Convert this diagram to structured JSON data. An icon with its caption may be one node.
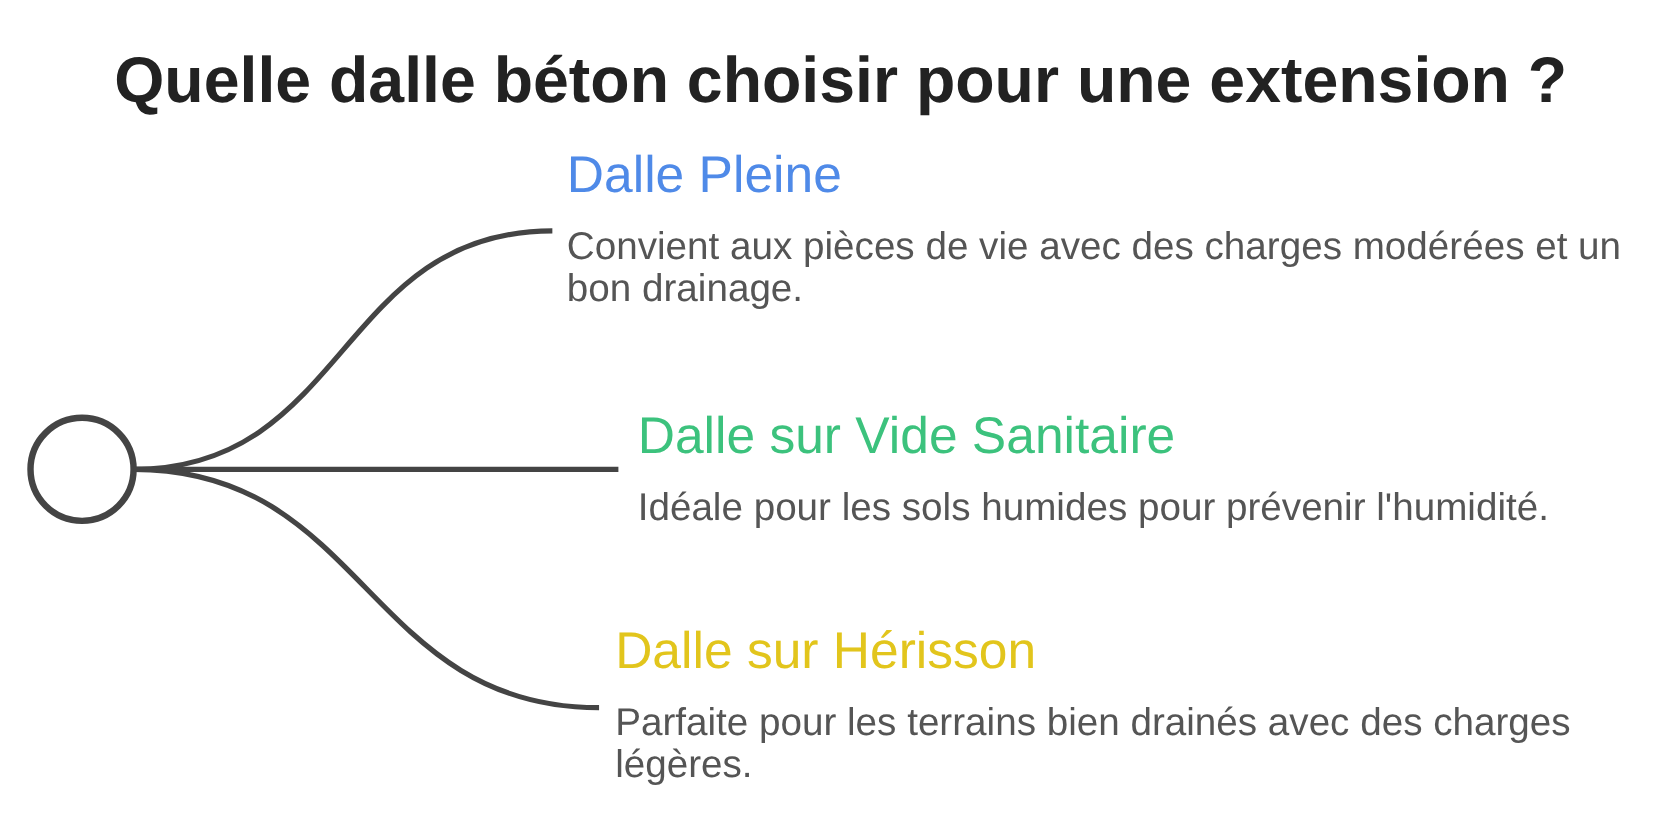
{
  "diagram": {
    "title": "Quelle dalle béton choisir pour une extension ?",
    "nodes": [
      {
        "text": [],
        "shape": "picture"
      },
      {
        "text": [
          "Dalle Pleine",
          "Convient aux pièces de vie avec des charges modérées et un bon drainage."
        ]
      },
      {
        "text": [
          "Dalle sur Vide Sanitaire",
          "Idéale pour les sols humides pour prévenir l'humidité."
        ]
      },
      {
        "text": [
          "Dalle sur Hérisson",
          "Parfaite pour les terrains bien drainés avec des charges légères."
        ]
      }
    ],
    "edges": [
      {
        "from": 0,
        "to": 1,
        "arrow": "none"
      },
      {
        "from": 0,
        "to": 2,
        "arrow": "none"
      },
      {
        "from": 0,
        "to": 3,
        "arrow": "none"
      }
    ]
  }
}
